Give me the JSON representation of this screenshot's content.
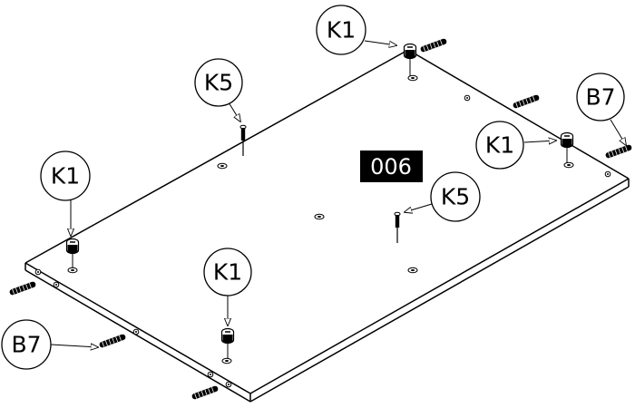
{
  "step_number": "006",
  "callouts": {
    "k1_top": "K1",
    "k1_right": "K1",
    "k1_left": "K1",
    "k1_bottom": "K1",
    "k5_top": "K5",
    "k5_center": "K5",
    "b7_right": "B7",
    "b7_left": "B7"
  },
  "colors": {
    "line": "#000000",
    "background": "#ffffff",
    "step_badge": "#000000"
  }
}
